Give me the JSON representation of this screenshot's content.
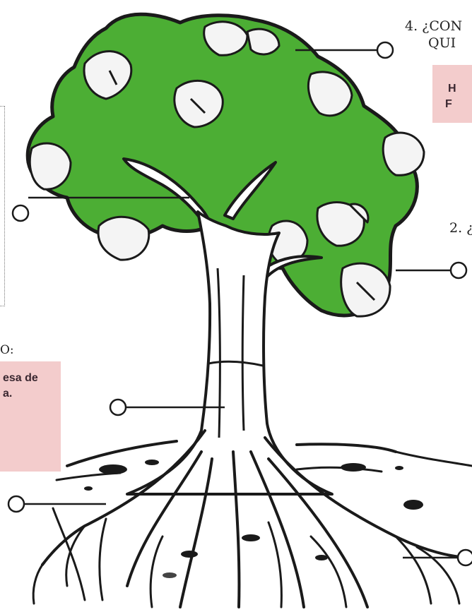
{
  "labels": {
    "q4_line1": "4. ¿CON",
    "q4_line2": "QUI",
    "q2": "2. ¿",
    "fragment_o": "O:"
  },
  "notes": {
    "top_right_line1": "H",
    "top_right_line2": "F",
    "left_line1": "esa de",
    "left_line2": "a."
  },
  "colors": {
    "foliage": "#4cae34",
    "note_bg": "#f3cccc",
    "outline": "#1a1a1a"
  }
}
